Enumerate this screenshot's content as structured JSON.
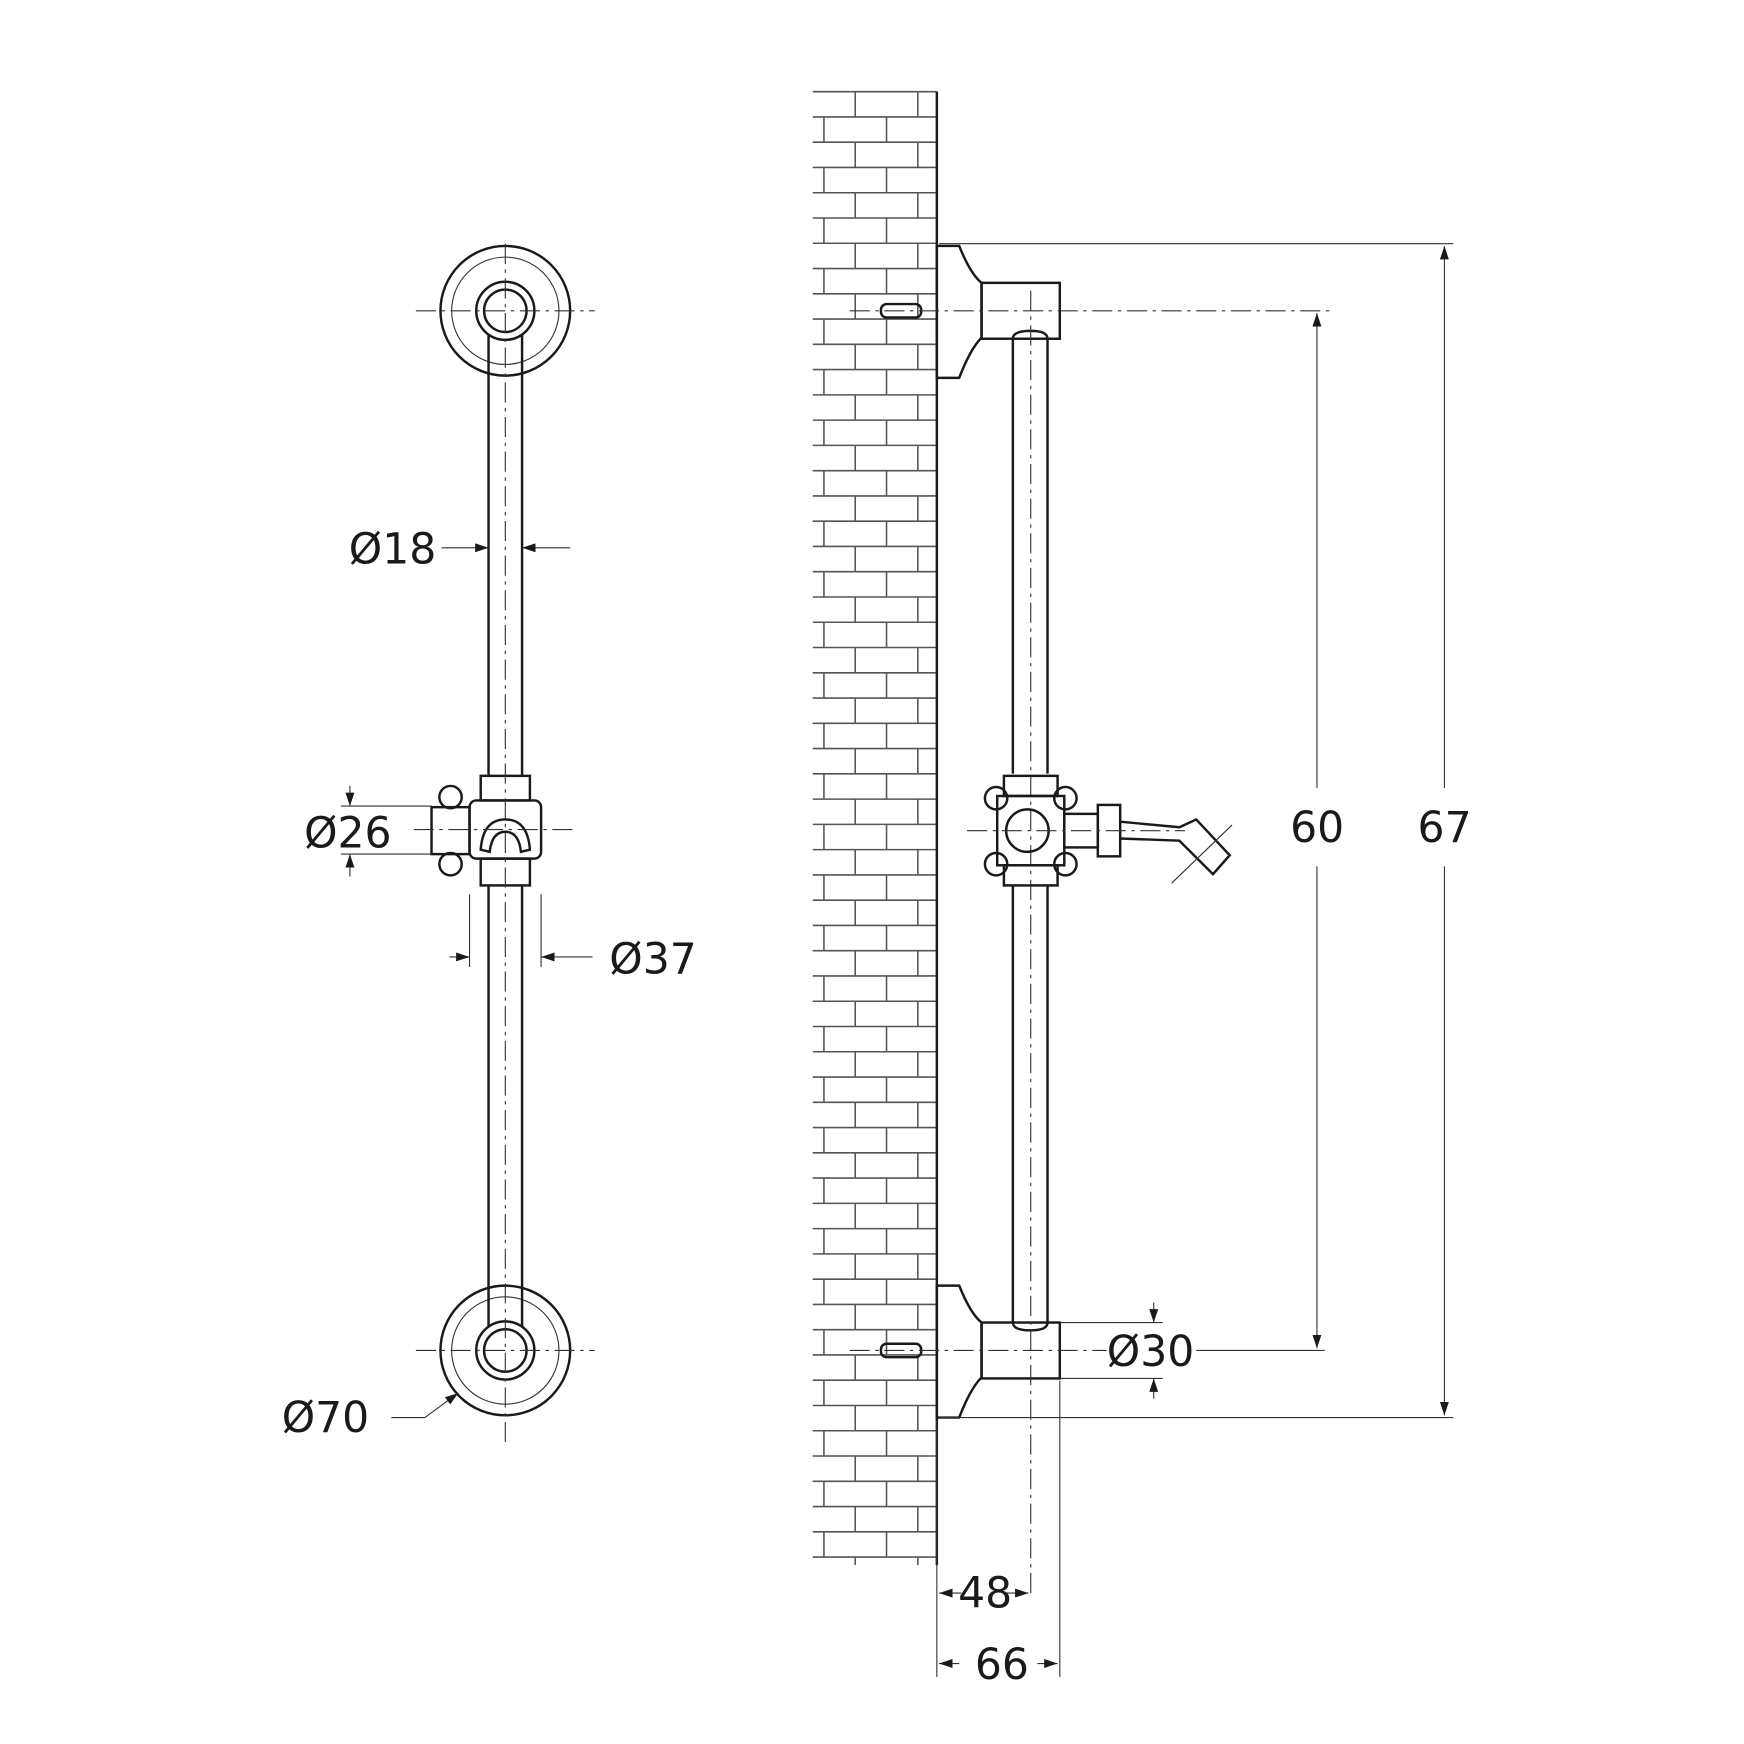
{
  "front_view": {
    "dim_rail_diameter": "Ø18",
    "dim_holder_diameter": "Ø26",
    "dim_slider_width": "Ø37",
    "dim_flange_diameter": "Ø70"
  },
  "side_view": {
    "dim_bracket_diameter": "Ø30",
    "dim_center_distance": "60",
    "dim_overall_height": "67",
    "dim_rail_offset": "48",
    "dim_bracket_depth": "66"
  },
  "colors": {
    "line": "#1a1a1a",
    "background": "#ffffff"
  }
}
